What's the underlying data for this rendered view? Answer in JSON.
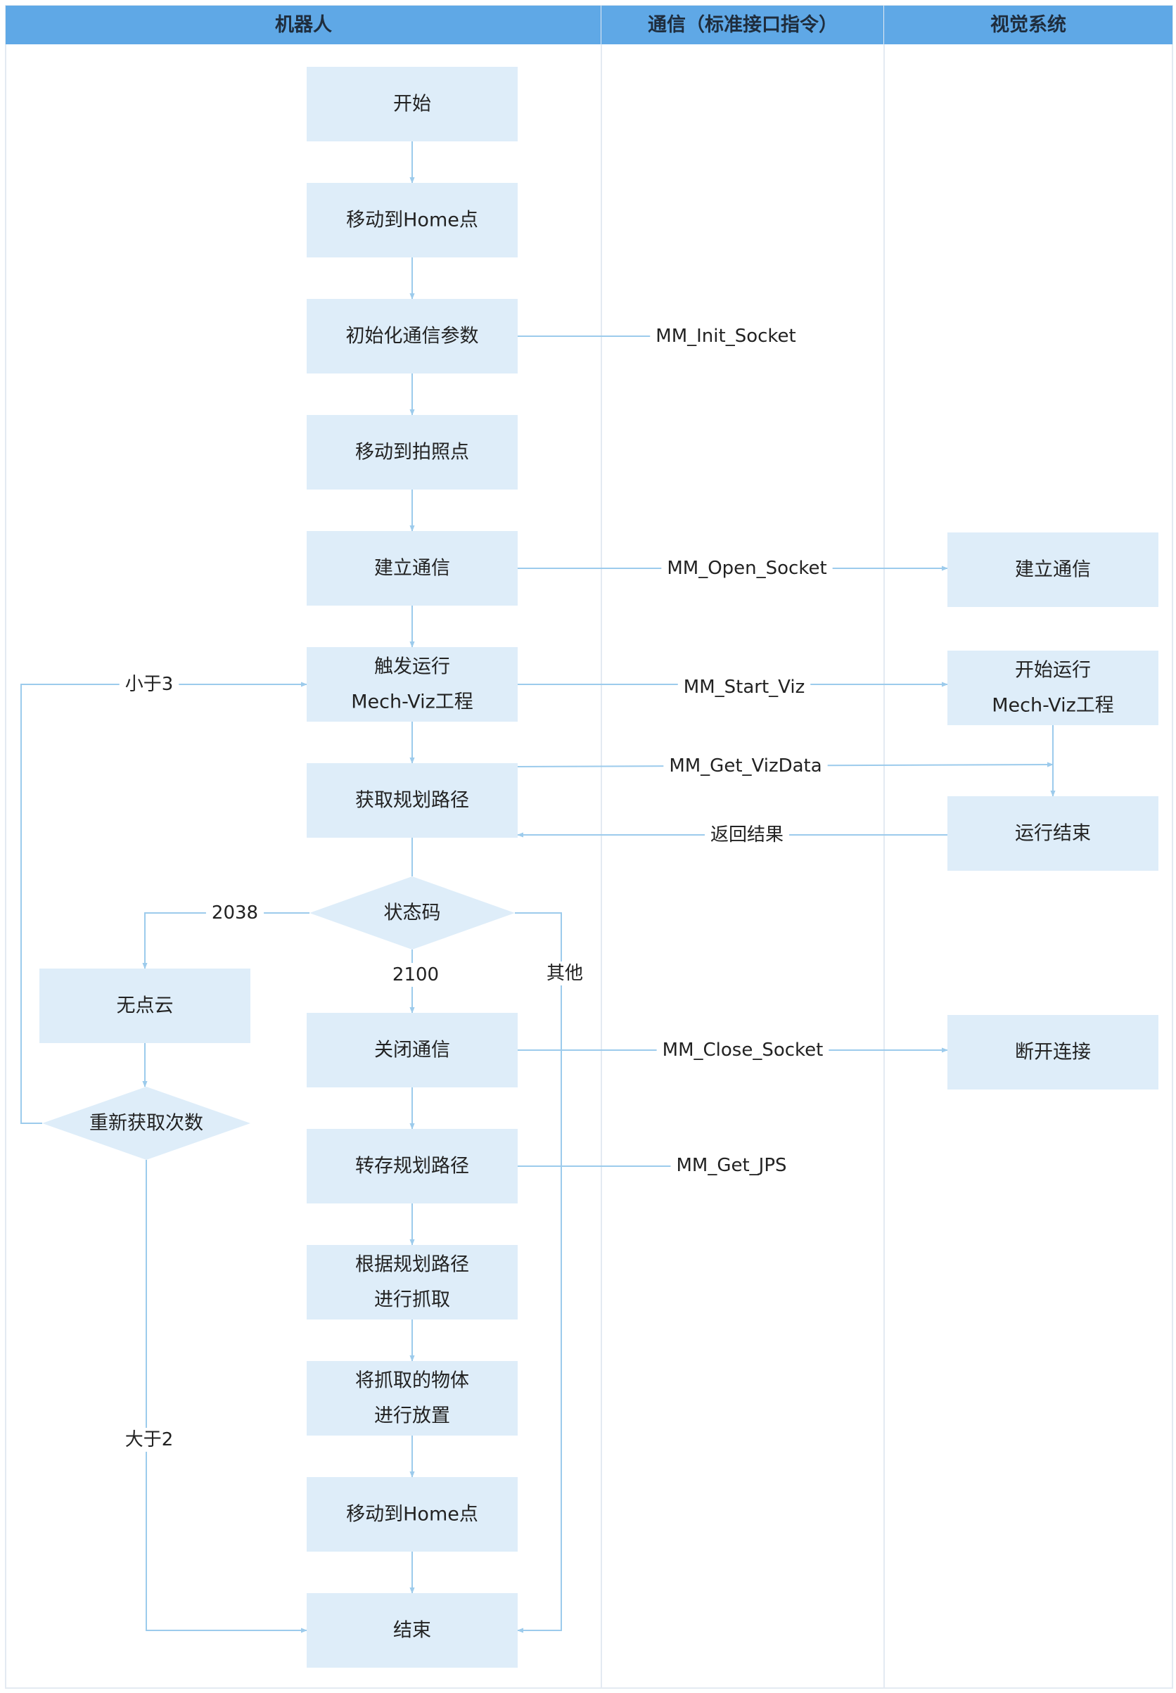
{
  "lanes": [
    {
      "id": "robot",
      "title": "机器人"
    },
    {
      "id": "comm",
      "title": "通信（标准接口指令）"
    },
    {
      "id": "vision",
      "title": "视觉系统"
    }
  ],
  "nodes": [
    {
      "id": "start",
      "lane": "robot",
      "shape": "rect",
      "lines": [
        "开始"
      ]
    },
    {
      "id": "move_home_1",
      "lane": "robot",
      "shape": "rect",
      "lines": [
        "移动到Home点"
      ]
    },
    {
      "id": "init_comm",
      "lane": "robot",
      "shape": "rect",
      "lines": [
        "初始化通信参数"
      ]
    },
    {
      "id": "move_photo",
      "lane": "robot",
      "shape": "rect",
      "lines": [
        "移动到拍照点"
      ]
    },
    {
      "id": "open_comm",
      "lane": "robot",
      "shape": "rect",
      "lines": [
        "建立通信"
      ]
    },
    {
      "id": "trigger_viz",
      "lane": "robot",
      "shape": "rect",
      "lines": [
        "触发运行",
        "Mech-Viz工程"
      ]
    },
    {
      "id": "get_path",
      "lane": "robot",
      "shape": "rect",
      "lines": [
        "获取规划路径"
      ]
    },
    {
      "id": "status",
      "lane": "robot",
      "shape": "diamond",
      "lines": [
        "状态码"
      ]
    },
    {
      "id": "no_cloud",
      "lane": "robot",
      "shape": "rect",
      "lines": [
        "无点云"
      ]
    },
    {
      "id": "retry",
      "lane": "robot",
      "shape": "diamond",
      "lines": [
        "重新获取次数"
      ]
    },
    {
      "id": "close_comm",
      "lane": "robot",
      "shape": "rect",
      "lines": [
        "关闭通信"
      ]
    },
    {
      "id": "save_path",
      "lane": "robot",
      "shape": "rect",
      "lines": [
        "转存规划路径"
      ]
    },
    {
      "id": "grab",
      "lane": "robot",
      "shape": "rect",
      "lines": [
        "根据规划路径",
        "进行抓取"
      ]
    },
    {
      "id": "place",
      "lane": "robot",
      "shape": "rect",
      "lines": [
        "将抓取的物体",
        "进行放置"
      ]
    },
    {
      "id": "move_home_2",
      "lane": "robot",
      "shape": "rect",
      "lines": [
        "移动到Home点"
      ]
    },
    {
      "id": "end",
      "lane": "robot",
      "shape": "rect",
      "lines": [
        "结束"
      ]
    },
    {
      "id": "v_open",
      "lane": "vision",
      "shape": "rect",
      "lines": [
        "建立通信"
      ]
    },
    {
      "id": "v_start",
      "lane": "vision",
      "shape": "rect",
      "lines": [
        "开始运行",
        "Mech-Viz工程"
      ]
    },
    {
      "id": "v_done",
      "lane": "vision",
      "shape": "rect",
      "lines": [
        "运行结束"
      ]
    },
    {
      "id": "v_close",
      "lane": "vision",
      "shape": "rect",
      "lines": [
        "断开连接"
      ]
    }
  ],
  "edges": [
    {
      "id": "e_start_home",
      "from": "start",
      "to": "move_home_1",
      "label": ""
    },
    {
      "id": "e_home_init",
      "from": "move_home_1",
      "to": "init_comm",
      "label": ""
    },
    {
      "id": "e_init_socket",
      "from": "init_comm",
      "to": "",
      "label": "MM_Init_Socket"
    },
    {
      "id": "e_init_photo",
      "from": "init_comm",
      "to": "move_photo",
      "label": ""
    },
    {
      "id": "e_photo_open",
      "from": "move_photo",
      "to": "open_comm",
      "label": ""
    },
    {
      "id": "e_open_socket",
      "from": "open_comm",
      "to": "v_open",
      "label": "MM_Open_Socket"
    },
    {
      "id": "e_open_trigger",
      "from": "open_comm",
      "to": "trigger_viz",
      "label": ""
    },
    {
      "id": "e_start_viz",
      "from": "trigger_viz",
      "to": "v_start",
      "label": "MM_Start_Viz"
    },
    {
      "id": "e_trigger_get",
      "from": "trigger_viz",
      "to": "get_path",
      "label": ""
    },
    {
      "id": "e_get_vizdata",
      "from": "get_path",
      "to": "v_start",
      "label": "MM_Get_VizData"
    },
    {
      "id": "e_vstart_vdone",
      "from": "v_start",
      "to": "v_done",
      "label": ""
    },
    {
      "id": "e_return",
      "from": "v_done",
      "to": "get_path",
      "label": "返回结果"
    },
    {
      "id": "e_get_status",
      "from": "get_path",
      "to": "status",
      "label": ""
    },
    {
      "id": "e_status_2038",
      "from": "status",
      "to": "no_cloud",
      "label": "2038"
    },
    {
      "id": "e_status_2100",
      "from": "status",
      "to": "close_comm",
      "label": "2100"
    },
    {
      "id": "e_status_other",
      "from": "status",
      "to": "end",
      "label": "其他"
    },
    {
      "id": "e_nocloud_retry",
      "from": "no_cloud",
      "to": "retry",
      "label": ""
    },
    {
      "id": "e_retry_less",
      "from": "retry",
      "to": "trigger_viz",
      "label": "小于3"
    },
    {
      "id": "e_retry_more",
      "from": "retry",
      "to": "end",
      "label": "大于2"
    },
    {
      "id": "e_close_socket",
      "from": "close_comm",
      "to": "v_close",
      "label": "MM_Close_Socket"
    },
    {
      "id": "e_close_save",
      "from": "close_comm",
      "to": "save_path",
      "label": ""
    },
    {
      "id": "e_get_jps",
      "from": "save_path",
      "to": "",
      "label": "MM_Get_JPS"
    },
    {
      "id": "e_save_grab",
      "from": "save_path",
      "to": "grab",
      "label": ""
    },
    {
      "id": "e_grab_place",
      "from": "grab",
      "to": "place",
      "label": ""
    },
    {
      "id": "e_place_home",
      "from": "place",
      "to": "move_home_2",
      "label": ""
    },
    {
      "id": "e_home_end",
      "from": "move_home_2",
      "to": "end",
      "label": ""
    }
  ],
  "colors": {
    "lane_header": "#5fa8e6",
    "node_fill": "#deedf9",
    "edge": "#9ccbec",
    "lane_border": "#e3eaf2",
    "text": "#222222"
  }
}
